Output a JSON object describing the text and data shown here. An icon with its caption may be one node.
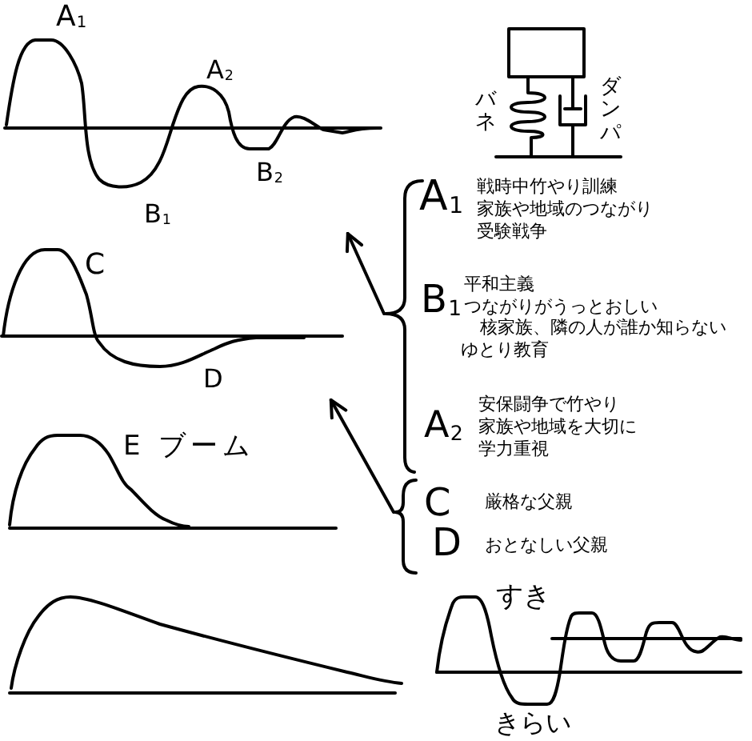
{
  "diagram": {
    "nodes": [
      {
        "text": [
          "A$_{1}$",
          "A$_{2}$",
          "B$_{2}$",
          "B$_{1}$"
        ]
      },
      {
        "text": [
          "バネ",
          "ダンパ"
        ]
      },
      {
        "text": [],
        "shape": "bracket"
      },
      {
        "text": [
          "A$_{1}$",
          "戦時中竹やり訓練",
          "家族や地域のつながり",
          "受験戦争"
        ],
        "in": 2
      },
      {
        "text": [
          "B$_{1}$",
          "平和主義",
          "つながりがうっとおしい",
          "核家族、隣の人が誰か知らない",
          "ゆとり教育"
        ],
        "in": 2
      },
      {
        "text": [
          "A$_{2}$",
          "安保闘争で竹やり",
          "家族や地域を大切に",
          "学力重視"
        ],
        "in": 2
      },
      {
        "text": [
          "C",
          "D"
        ]
      },
      {
        "text": [
          "E ブーム"
        ]
      },
      {
        "text": [],
        "shape": "bracket"
      },
      {
        "text": [
          "C",
          "厳格な父親"
        ],
        "in": 8
      },
      {
        "text": [
          "D",
          "おとなしい父親"
        ],
        "in": 8
      },
      {
        "text": [],
        "shape": "picture"
      },
      {
        "text": [
          "すき",
          "きらい"
        ]
      }
    ],
    "edges": [
      {
        "from": 2,
        "to": 0,
        "arrow": "to"
      },
      {
        "from": 8,
        "to": 6,
        "arrow": "to"
      }
    ]
  }
}
